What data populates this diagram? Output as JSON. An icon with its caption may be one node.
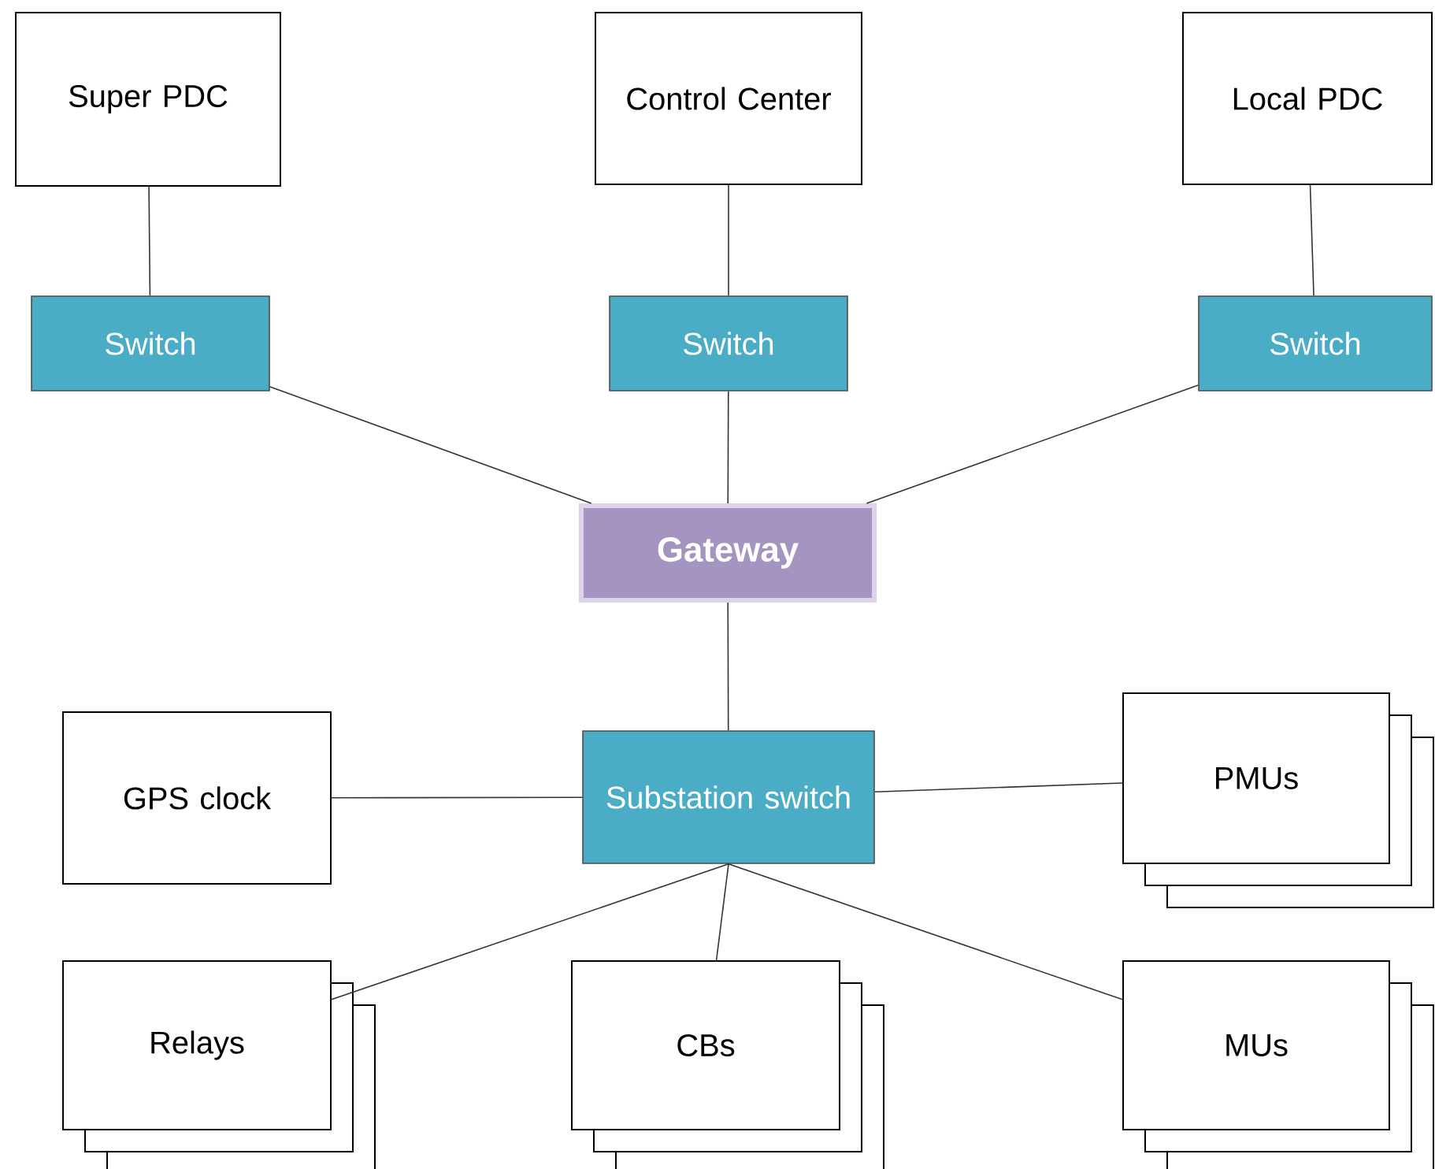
{
  "diagram": {
    "nodes": [
      {
        "text": [
          "Super PDC"
        ]
      },
      {
        "text": [
          "Control Center"
        ]
      },
      {
        "text": [
          "Local PDC"
        ]
      },
      {
        "text": [
          "Switch"
        ]
      },
      {
        "text": [
          "Switch"
        ]
      },
      {
        "text": [
          "Switch"
        ]
      },
      {
        "text": [
          "Gateway"
        ]
      },
      {
        "text": [
          "GPS clock"
        ]
      },
      {
        "text": [
          "Substation switch"
        ]
      },
      {
        "text": [
          "PMUs"
        ]
      },
      {
        "text": [
          "Relays"
        ]
      },
      {
        "text": [
          "CBs"
        ]
      },
      {
        "text": [
          "MUs"
        ]
      }
    ],
    "edges": [
      {
        "from": 0,
        "to": 3,
        "arrow": "none"
      },
      {
        "from": 1,
        "to": 4,
        "arrow": "none"
      },
      {
        "from": 2,
        "to": 5,
        "arrow": "none"
      },
      {
        "from": 3,
        "to": 6,
        "arrow": "none"
      },
      {
        "from": 4,
        "to": 6,
        "arrow": "none"
      },
      {
        "from": 5,
        "to": 6,
        "arrow": "none"
      },
      {
        "from": 6,
        "to": 8,
        "arrow": "none"
      },
      {
        "from": 7,
        "to": 8,
        "arrow": "none"
      },
      {
        "from": 8,
        "to": 9,
        "arrow": "none"
      },
      {
        "from": 8,
        "to": 10,
        "arrow": "none"
      },
      {
        "from": 8,
        "to": 11,
        "arrow": "none"
      },
      {
        "from": 8,
        "to": 12,
        "arrow": "none"
      }
    ]
  }
}
